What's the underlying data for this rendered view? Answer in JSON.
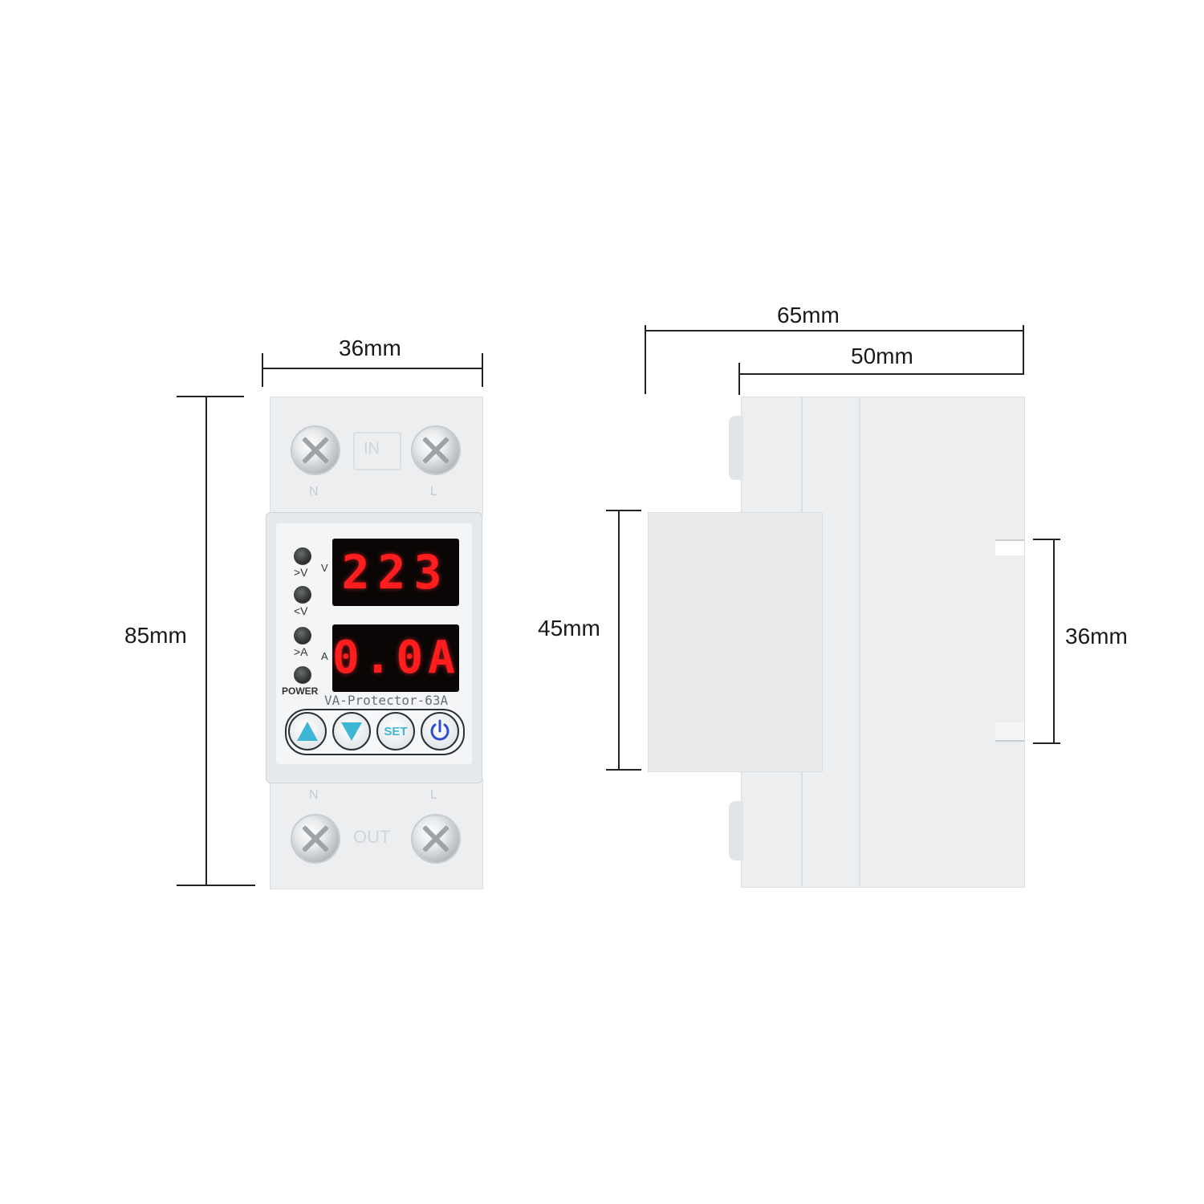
{
  "dimensions": {
    "front_width": "36mm",
    "front_height": "85mm",
    "side_total_width": "65mm",
    "side_body_width": "50mm",
    "side_center_height": "45mm",
    "side_rail_height": "36mm"
  },
  "device": {
    "model_label": "VA-Protector-63A",
    "voltage_reading": "223",
    "current_reading": "0.0A",
    "voltage_unit": "V",
    "current_unit": "A",
    "indicators": [
      ">V",
      "<V",
      ">A",
      "POWER"
    ],
    "terminal_top_left": "N",
    "terminal_top_right": "L",
    "terminal_bottom_left": "N",
    "terminal_bottom_right": "L",
    "top_mark": "IN",
    "bottom_mark": "OUT",
    "buttons": {
      "up": "up-arrow-icon",
      "down": "down-arrow-icon",
      "set": "SET",
      "power": "power-icon"
    },
    "colors": {
      "display_digits": "#ff1d1d",
      "button_accent": "#3fb6d6",
      "power_icon": "#2a4fd0",
      "housing": "#eceef0"
    }
  }
}
